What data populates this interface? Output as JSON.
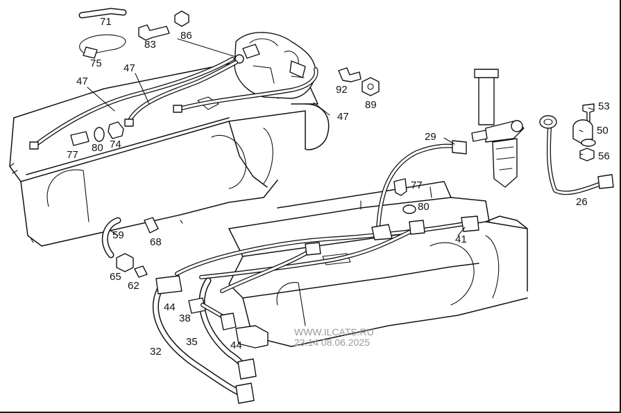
{
  "callouts": [
    {
      "id": "71",
      "text": "71"
    },
    {
      "id": "86",
      "text": "86"
    },
    {
      "id": "83",
      "text": "83"
    },
    {
      "id": "75",
      "text": "75"
    },
    {
      "id": "47a",
      "text": "47"
    },
    {
      "id": "47b",
      "text": "47"
    },
    {
      "id": "47c",
      "text": "47"
    },
    {
      "id": "92",
      "text": "92"
    },
    {
      "id": "89",
      "text": "89"
    },
    {
      "id": "53",
      "text": "53"
    },
    {
      "id": "50",
      "text": "50"
    },
    {
      "id": "56",
      "text": "56"
    },
    {
      "id": "77a",
      "text": "77"
    },
    {
      "id": "80a",
      "text": "80"
    },
    {
      "id": "74",
      "text": "74"
    },
    {
      "id": "29",
      "text": "29"
    },
    {
      "id": "77b",
      "text": "77"
    },
    {
      "id": "80b",
      "text": "80"
    },
    {
      "id": "26",
      "text": "26"
    },
    {
      "id": "41",
      "text": "41"
    },
    {
      "id": "59",
      "text": "59"
    },
    {
      "id": "68",
      "text": "68"
    },
    {
      "id": "65",
      "text": "65"
    },
    {
      "id": "62",
      "text": "62"
    },
    {
      "id": "44a",
      "text": "44"
    },
    {
      "id": "38",
      "text": "38"
    },
    {
      "id": "35",
      "text": "35"
    },
    {
      "id": "44b",
      "text": "44"
    },
    {
      "id": "32",
      "text": "32"
    }
  ],
  "watermark": {
    "line1": "WWW.ILCATS.RU",
    "line2": "23.14 08.06.2025",
    "color": "#9a9a9a"
  },
  "colors": {
    "ink": "#111111",
    "background": "#ffffff"
  }
}
